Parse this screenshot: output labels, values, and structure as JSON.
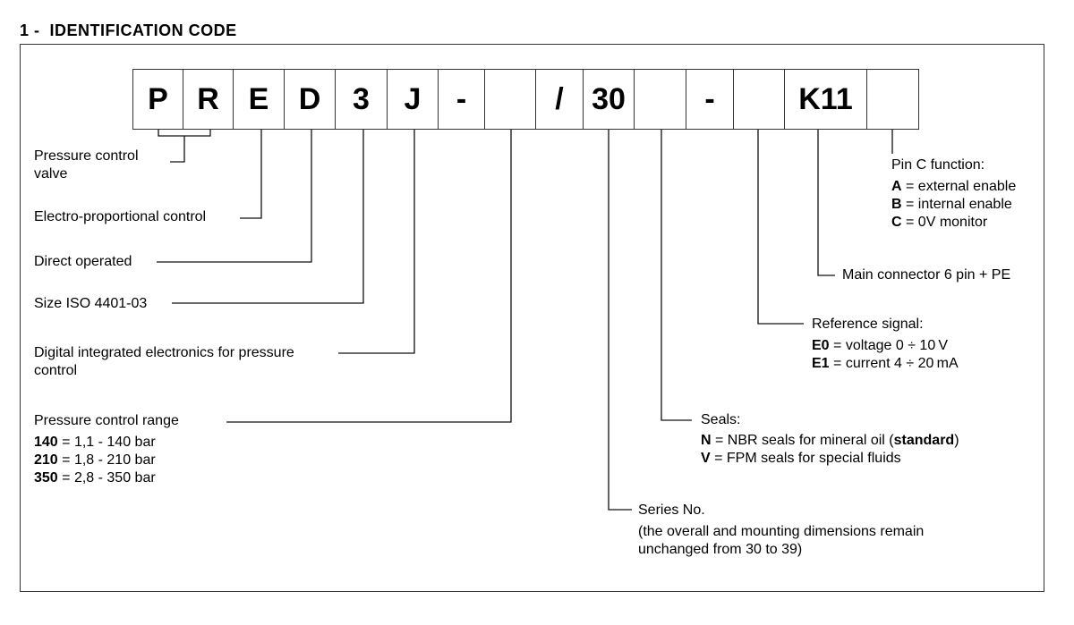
{
  "heading": "1 -  IDENTIFICATION CODE",
  "code_cells": [
    "P",
    "R",
    "E",
    "D",
    "3",
    "J",
    "-",
    "",
    "/",
    "30",
    "",
    "-",
    "",
    "K11",
    ""
  ],
  "labels": {
    "pressure_control_valve": [
      "Pressure control",
      "valve"
    ],
    "electro_proportional": "Electro-proportional control",
    "direct_operated": "Direct operated",
    "size": "Size ISO 4401-03",
    "digital_electronics": [
      "Digital integrated electronics for pressure",
      "control"
    ],
    "pressure_range": {
      "title": "Pressure control range",
      "options": [
        {
          "code": "140",
          "text": " = 1,1 - 140 bar"
        },
        {
          "code": "210",
          "text": " = 1,8 - 210 bar"
        },
        {
          "code": "350",
          "text": " = 2,8 - 350 bar"
        }
      ]
    },
    "pin_c": {
      "title": "Pin C function:",
      "options": [
        {
          "code": "A",
          "text": " = external enable"
        },
        {
          "code": "B",
          "text": " = internal enable"
        },
        {
          "code": "C",
          "text": " = 0V monitor"
        }
      ]
    },
    "main_connector": "Main connector 6 pin + PE",
    "reference_signal": {
      "title": "Reference signal:",
      "options": [
        {
          "code": "E0",
          "text": " = voltage 0 ÷ 10 V"
        },
        {
          "code": "E1",
          "text": " = current 4 ÷ 20 mA"
        }
      ]
    },
    "seals": {
      "title": "Seals:",
      "n_code": "N",
      "n_text": " = NBR seals for mineral oil (",
      "n_standard": "standard",
      "n_close": ")",
      "v_code": "V",
      "v_text": " = FPM seals for special fluids"
    },
    "series": {
      "title": "Series No.",
      "note": [
        "(the overall and mounting dimensions remain",
        "unchanged from 30 to 39)"
      ]
    }
  }
}
